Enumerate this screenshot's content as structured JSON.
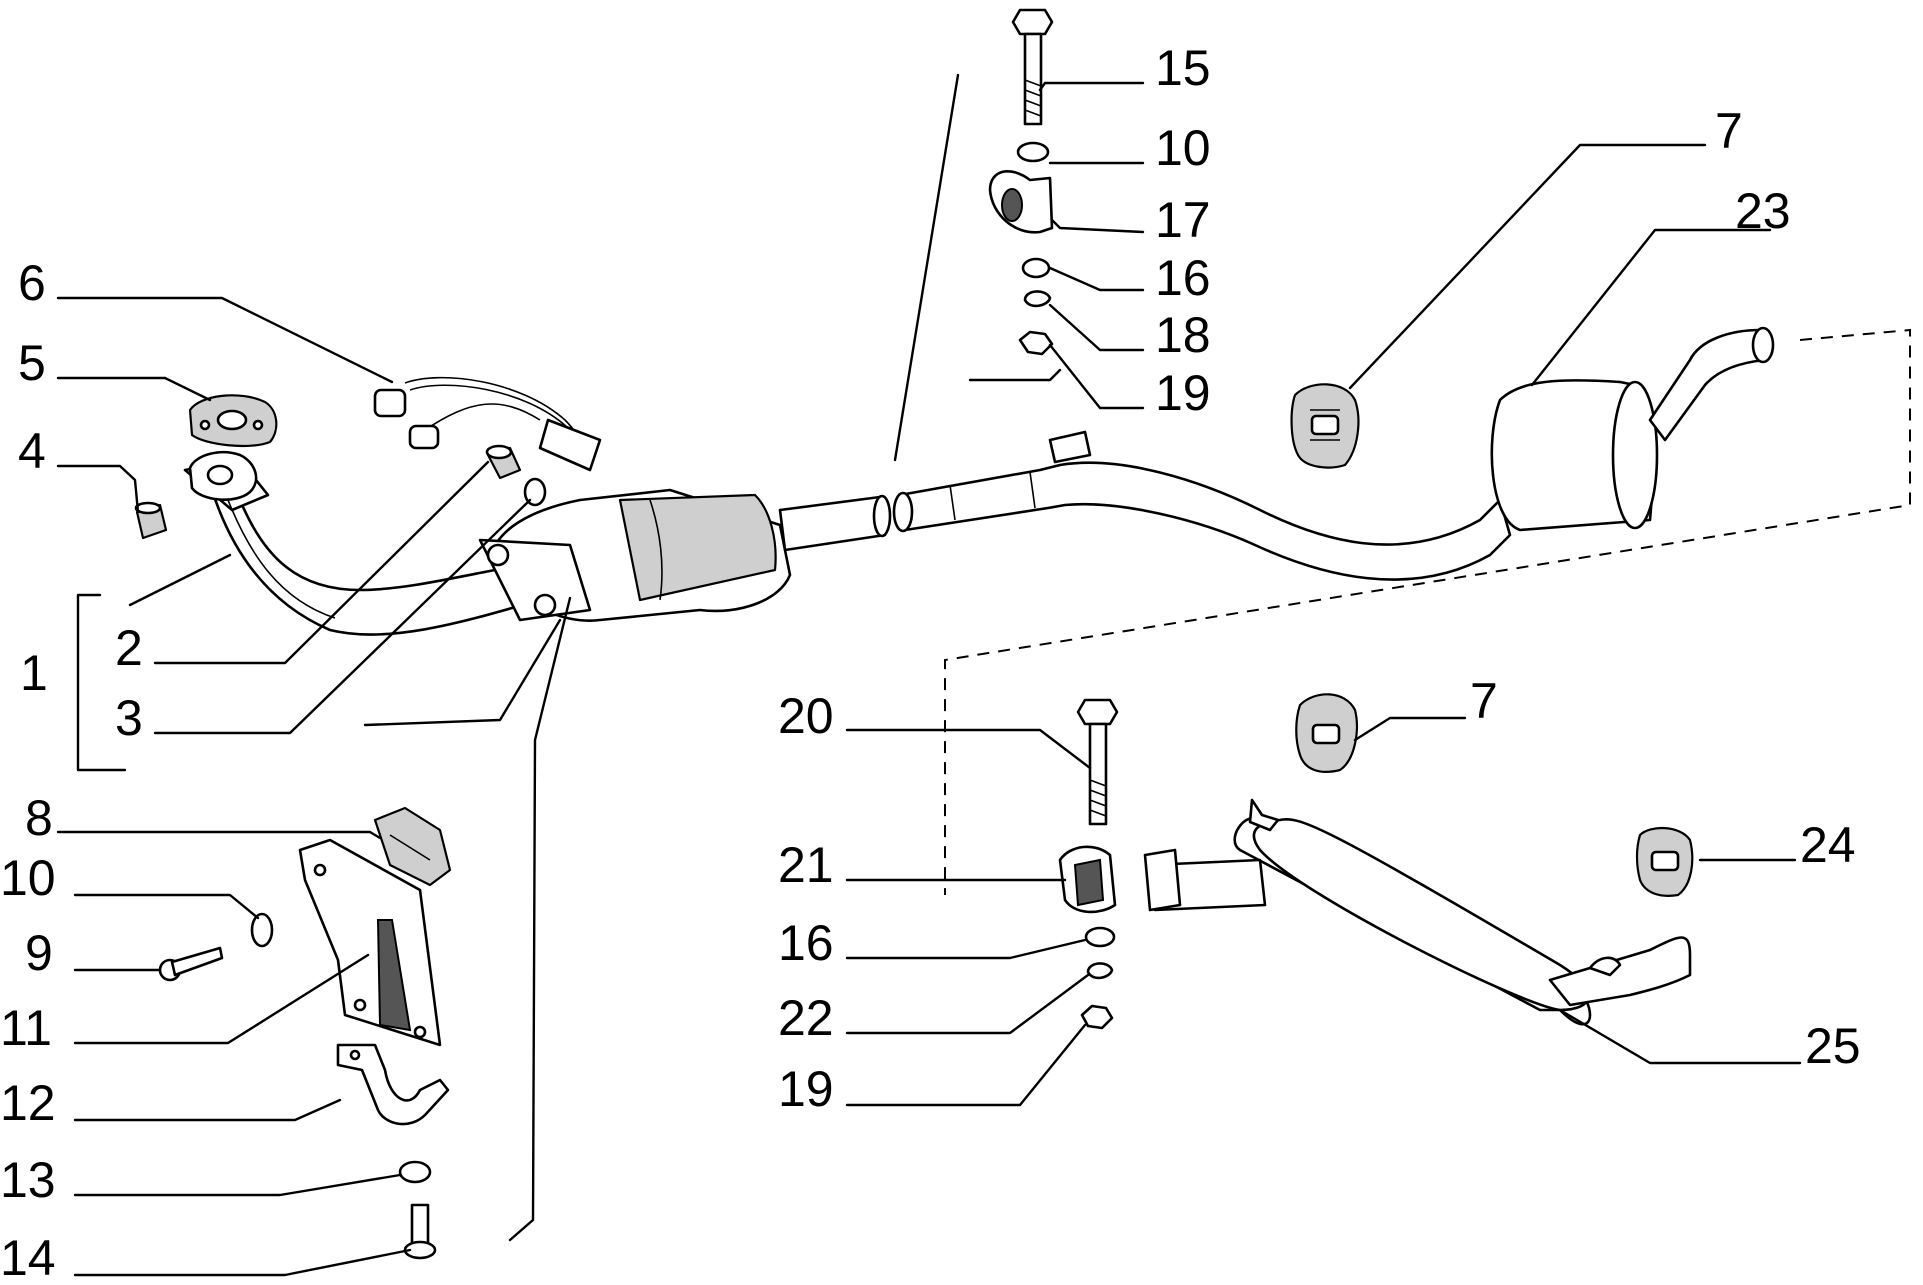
{
  "callouts": [
    {
      "id": "c1",
      "text": "1"
    },
    {
      "id": "c2",
      "text": "2"
    },
    {
      "id": "c3",
      "text": "3"
    },
    {
      "id": "c4",
      "text": "4"
    },
    {
      "id": "c5",
      "text": "5"
    },
    {
      "id": "c6",
      "text": "6"
    },
    {
      "id": "c7a",
      "text": "7"
    },
    {
      "id": "c7b",
      "text": "7"
    },
    {
      "id": "c8",
      "text": "8"
    },
    {
      "id": "c9",
      "text": "9"
    },
    {
      "id": "c10a",
      "text": "10"
    },
    {
      "id": "c10b",
      "text": "10"
    },
    {
      "id": "c11",
      "text": "11"
    },
    {
      "id": "c12",
      "text": "12"
    },
    {
      "id": "c13",
      "text": "13"
    },
    {
      "id": "c14",
      "text": "14"
    },
    {
      "id": "c15",
      "text": "15"
    },
    {
      "id": "c16a",
      "text": "16"
    },
    {
      "id": "c16b",
      "text": "16"
    },
    {
      "id": "c17",
      "text": "17"
    },
    {
      "id": "c18",
      "text": "18"
    },
    {
      "id": "c19a",
      "text": "19"
    },
    {
      "id": "c19b",
      "text": "19"
    },
    {
      "id": "c20",
      "text": "20"
    },
    {
      "id": "c21",
      "text": "21"
    },
    {
      "id": "c22",
      "text": "22"
    },
    {
      "id": "c23",
      "text": "23"
    },
    {
      "id": "c24",
      "text": "24"
    },
    {
      "id": "c25",
      "text": "25"
    }
  ]
}
